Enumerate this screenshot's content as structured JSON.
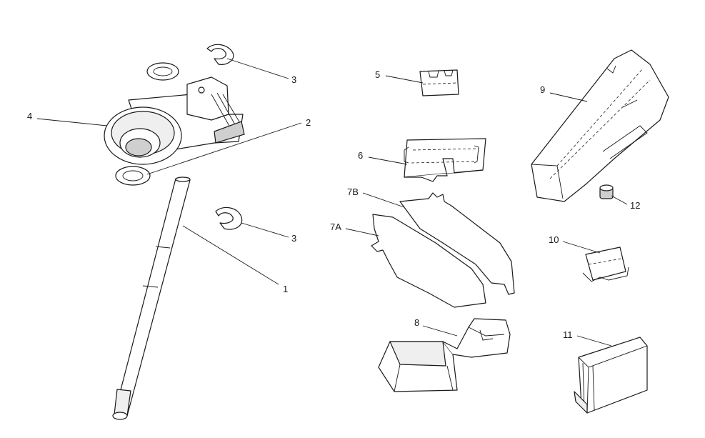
{
  "callouts": {
    "c1": "1",
    "c2": "2",
    "c3a": "3",
    "c3b": "3",
    "c4": "4",
    "c5": "5",
    "c6": "6",
    "c7a": "7A",
    "c7b": "7B",
    "c8": "8",
    "c9": "9",
    "c10": "10",
    "c11": "11",
    "c12": "12"
  },
  "colors": {
    "line": "#1a1a1a",
    "background": "#ffffff"
  }
}
